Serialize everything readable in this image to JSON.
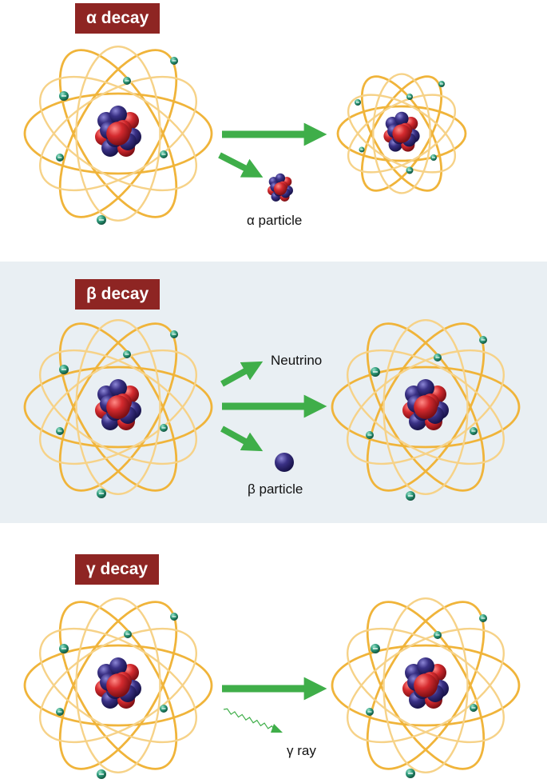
{
  "sections": [
    {
      "id": "alpha",
      "title": "α decay",
      "particle_label": "α particle"
    },
    {
      "id": "beta",
      "title": "β decay",
      "particle_label": "β particle",
      "neutrino_label": "Neutrino"
    },
    {
      "id": "gamma",
      "title": "γ decay",
      "ray_label": "γ ray"
    }
  ],
  "colors": {
    "title_bg": "#8e2523",
    "band_bg": "#e9eff3",
    "orbit": "#f0b43a",
    "orbit_light": "#f6d288",
    "arrow": "#3fae49",
    "proton": "#d42a2e",
    "neutron": "#3a3185",
    "electron": "#2f9c7c"
  }
}
